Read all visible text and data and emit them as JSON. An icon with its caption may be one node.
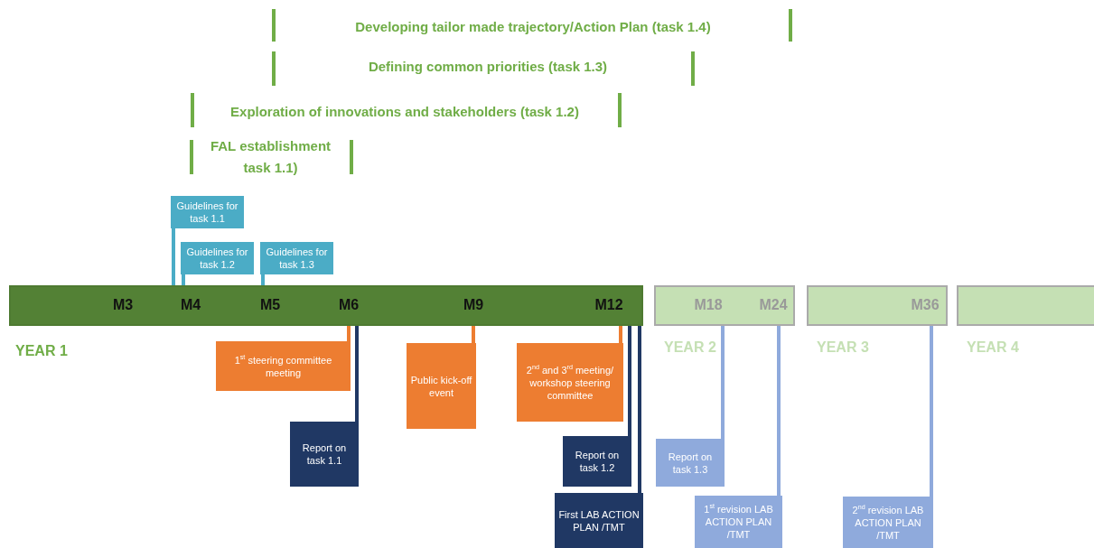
{
  "diagram": {
    "nodes": [
      {
        "text": [
          "Guidelines for task 1.1"
        ]
      },
      {
        "text": [
          "Guidelines for task 1.2"
        ]
      },
      {
        "text": [
          "Guidelines for task 1.3"
        ]
      },
      {
        "text": [
          "M3",
          "M4",
          "M5",
          "M6",
          "M9",
          "M12"
        ],
        "beside": [
          "YEAR 1"
        ]
      },
      {
        "text": [
          "M18",
          "M24"
        ],
        "beside": [
          "YEAR 2"
        ]
      },
      {
        "text": [
          "M36"
        ],
        "beside": [
          "YEAR 3"
        ]
      },
      {
        "text": [],
        "shape": "bar",
        "beside": [
          "YEAR 4"
        ]
      },
      {
        "text": [
          "1$^{st}$ steering committee meeting"
        ]
      },
      {
        "text": [
          "Report on task 1.1"
        ]
      },
      {
        "text": [
          "Public kick-off event"
        ]
      },
      {
        "text": [
          "2$^{nd}$ and 3$^{rd}$ meeting/ workshop steering committee"
        ]
      },
      {
        "text": [
          "Report on task 1.2"
        ]
      },
      {
        "text": [
          "First LAB ACTION PLAN /TMT"
        ]
      },
      {
        "text": [
          "Report on task 1.3"
        ]
      },
      {
        "text": [
          "1$^{st}$ revision LAB ACTION PLAN /TMT"
        ]
      },
      {
        "text": [
          "2$^{nd}$ revision LAB ACTION PLAN /TMT"
        ]
      }
    ],
    "edges": [
      {
        "from": 0,
        "to": 3,
        "arrow": "none",
        "color": "#4bacc6"
      },
      {
        "from": 1,
        "to": 3,
        "arrow": "none",
        "color": "#4bacc6"
      },
      {
        "from": 2,
        "to": 3,
        "arrow": "none",
        "color": "#4bacc6"
      },
      {
        "from": 7,
        "to": 3,
        "arrow": "none",
        "color": "#ed7d31"
      },
      {
        "from": 8,
        "to": 3,
        "arrow": "none",
        "color": "#203864"
      },
      {
        "from": 9,
        "to": 3,
        "arrow": "none",
        "color": "#ed7d31"
      },
      {
        "from": 10,
        "to": 3,
        "arrow": "none",
        "color": "#ed7d31"
      },
      {
        "from": 11,
        "to": 3,
        "arrow": "none",
        "color": "#203864"
      },
      {
        "from": 12,
        "to": 3,
        "arrow": "none",
        "color": "#203864"
      },
      {
        "from": 13,
        "to": 4,
        "arrow": "none",
        "color": "#8faadc"
      },
      {
        "from": 14,
        "to": 4,
        "arrow": "none",
        "color": "#8faadc"
      },
      {
        "from": 15,
        "to": 5,
        "arrow": "none",
        "color": "#8faadc"
      }
    ],
    "labels": [
      "Developing tailor made trajectory/Action Plan (task 1.4)",
      "Defining common priorities (task 1.3)",
      "Exploration of innovations and stakeholders (task 1.2)",
      "FAL establishment task 1.1)"
    ]
  }
}
